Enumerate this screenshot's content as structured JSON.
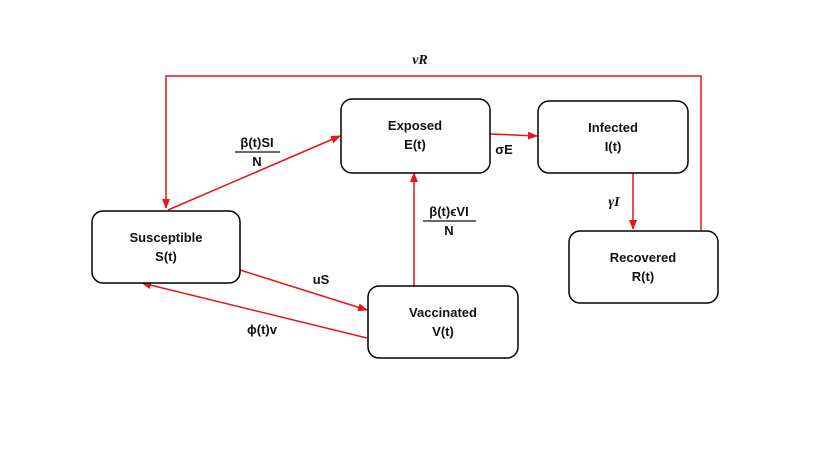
{
  "colors": {
    "arrow": "#e8141c",
    "box_stroke": "#000000",
    "text": "#111111",
    "background": "#ffffff"
  },
  "nodes": {
    "susceptible": {
      "name": "Susceptible",
      "symbol": "S(t)"
    },
    "exposed": {
      "name": "Exposed",
      "symbol": "E(t)"
    },
    "infected": {
      "name": "Infected",
      "symbol": "I(t)"
    },
    "recovered": {
      "name": "Recovered",
      "symbol": "R(t)"
    },
    "vaccinated": {
      "name": "Vaccinated",
      "symbol": "V(t)"
    }
  },
  "edges": {
    "s_to_e": {
      "numerator": "β(t)SI",
      "denominator": "N"
    },
    "e_to_i": {
      "label": "σE"
    },
    "i_to_r": {
      "label": "γI"
    },
    "r_to_s": {
      "label": "νR"
    },
    "s_to_v": {
      "label": "uS"
    },
    "v_to_s": {
      "label": "ϕ(t)v"
    },
    "v_to_e": {
      "numerator": "β(t)ϵVI",
      "denominator": "N"
    }
  }
}
